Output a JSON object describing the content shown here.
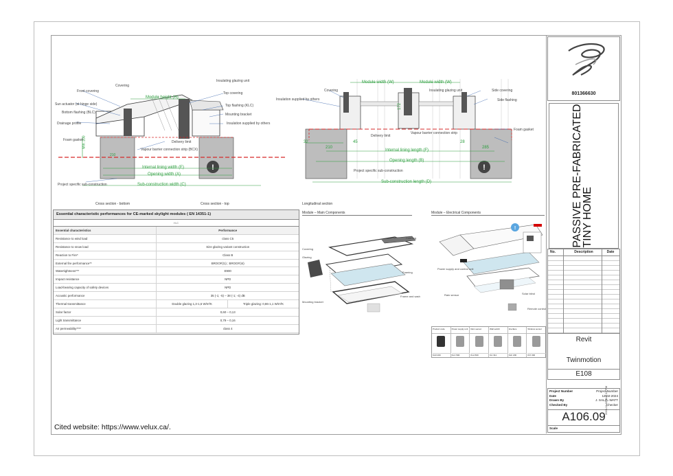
{
  "sheet": {
    "cited_website": "Cited website: https://www.velux.ca/."
  },
  "title_block": {
    "logo_number": "801366630",
    "project_title_line1": "PASSIVE PRE-FABRICATED",
    "project_title_line2": "TINY HOME",
    "revision_headers": [
      "No.",
      "Description",
      "Date"
    ],
    "software_1": "Revit",
    "software_2": "Twinmotion",
    "code": "E108",
    "project_number_label": "Project Number",
    "project_number_value": "Project Number",
    "date_label": "Date",
    "date_value": "12-02-2024",
    "drawn_by_label": "Drawn By",
    "drawn_by_value": "J. SALZL-WATT",
    "checked_by_label": "Checked By",
    "checked_by_value": "Checker",
    "sheet_number": "A106.09",
    "scale_label": "Scale",
    "side_stamp": "2024-12-02 4:47:18 PM"
  },
  "drawings": {
    "left_labels": {
      "module_height": "Module height (H)",
      "internal_lining": "Internal lining width (E)",
      "opening_width": "Opening width (A)",
      "sub_construction": "Sub-construction width (C)",
      "dim_210": "210",
      "dim_200": "Min. 200",
      "callout_1": "Covering",
      "callout_2": "Front covering",
      "callout_3": "Sun actuator (at hinge side)",
      "callout_4": "Bottom flashing (BLC)",
      "callout_5": "Drainage profile",
      "callout_6": "Foam gasket",
      "callout_7": "Insulating glazing unit",
      "callout_8": "Top covering",
      "callout_9": "Top flashing (KLC)",
      "callout_10": "Mounting bracket",
      "callout_11": "Insulation supplied by others",
      "callout_12": "Delivery limit",
      "callout_13": "Vapour barrier connection strip (BCX)",
      "callout_14": "Project specific sub-construction"
    },
    "right_labels": {
      "module_width_1": "Module width (W)",
      "module_width_2": "Module width (W)",
      "internal_lining_length": "Internal lining length (F)",
      "opening_length": "Opening length (B)",
      "sub_construction_length": "Sub-construction length (D)",
      "dim_32": "32",
      "dim_210": "210",
      "dim_45": "45",
      "dim_28": "28",
      "dim_285": "285",
      "dim_172": "172",
      "callout_1": "Covering",
      "callout_2": "Insulating glazing unit",
      "callout_3": "Side covering",
      "callout_4": "Side flashing",
      "callout_5": "Insulation supplied by others",
      "callout_6": "Foam gasket",
      "callout_7": "Vapour barrier connection strip",
      "callout_8": "Delivery limit",
      "callout_9": "Project specific sub-construction"
    },
    "captions": {
      "cross_bottom": "Cross section - bottom",
      "cross_top": "Cross section - top",
      "longitudinal": "Longitudinal section",
      "main_components": "Module – Main Components",
      "electrical_components": "Module – Electrical Components"
    }
  },
  "performance_table": {
    "title": "Essential characteristic performances for CE-marked skylight modules ( EN 14351-1)",
    "subtitle": "H-C",
    "header": [
      "Essential characteristics",
      "Performance"
    ],
    "rows": [
      [
        "Resistance to wind load",
        "class C5"
      ],
      [
        "Resistance to snow load",
        "Size glazing variant construction"
      ],
      [
        "Reaction to Fire*",
        "Class B"
      ],
      [
        "External fire performance**",
        "BROOF(t1) ; BROOF(t4)"
      ],
      [
        "Watertightness***",
        "E900"
      ],
      [
        "Impact resistance",
        "NPD"
      ],
      [
        "Load-bearing capacity of safety devices",
        "NPD"
      ],
      [
        "Acoustic performance",
        "35 (-1; -5) – 38 (-1; -4) dB"
      ],
      [
        "Thermal transmittance",
        "Double glazing 1,3-1,5 W/m²K",
        "Triple glazing: 0,86-1,1 W/m²K"
      ],
      [
        "Solar factor",
        "0,60 – 0,13"
      ],
      [
        "Light transmittance",
        "0,79 – 0,16"
      ],
      [
        "Air permeability****",
        "class 4"
      ]
    ]
  },
  "components": {
    "main_labels": [
      "Flashing",
      "Covering",
      "Glazing",
      "Framing",
      "Mounting bracket",
      "Frame and sash"
    ],
    "electrical_labels": [
      "Power supply and control unit",
      "Rain sensor",
      "Solar blind",
      "Remote control"
    ],
    "table_headers": [
      "Product code",
      "Power supply unit",
      "Rain sensor",
      "Wall switch",
      "Interface",
      "Window sensor"
    ],
    "table_codes": [
      "KLR 200",
      "KLC 500",
      "KLA 500",
      "KLI 311",
      "KLF 200",
      "KIX 300"
    ]
  },
  "colors": {
    "frame": "#9a9a9a",
    "dimension_green": "#2a9d3c",
    "delivery_red": "#d62828",
    "callout_blue": "#2f5da8",
    "velux_red": "#d40000"
  }
}
